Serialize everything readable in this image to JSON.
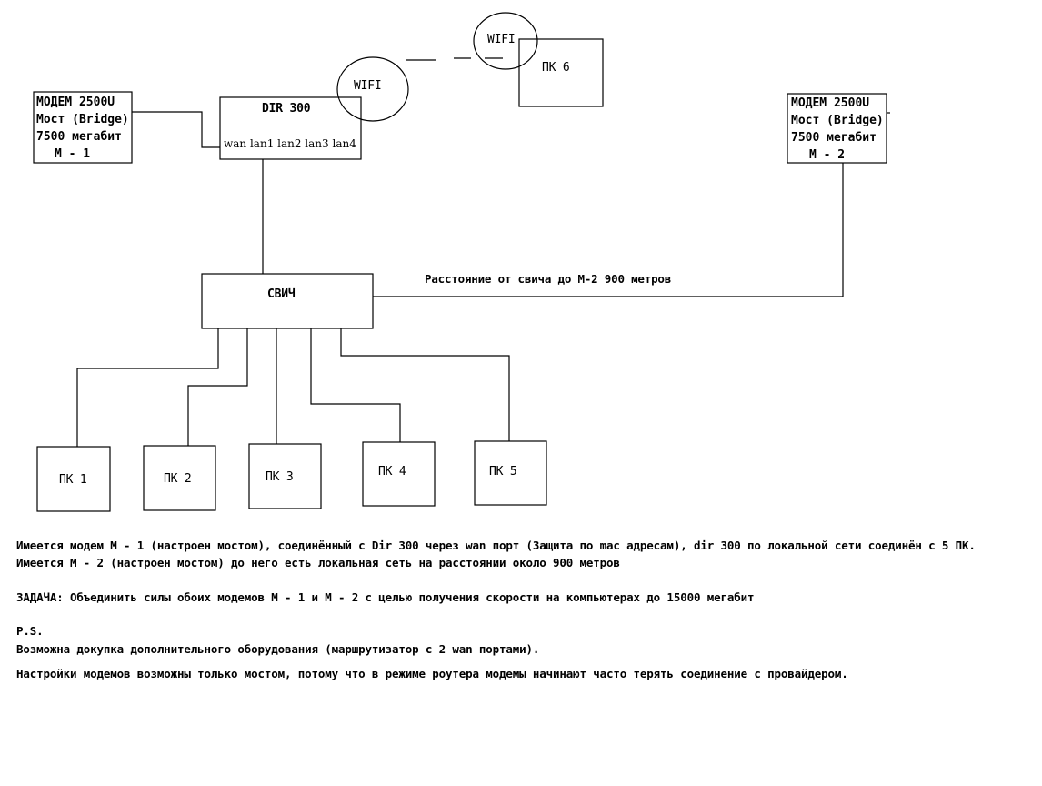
{
  "diagram": {
    "modem1": {
      "line1": "МОДЕМ 2500U",
      "line2": "Мост (Bridge)",
      "line3": "7500 мегабит",
      "line4": "М - 1"
    },
    "modem2": {
      "line1": "МОДЕМ 2500U",
      "line2": "Мост (Bridge)",
      "line3": "7500 мегабит",
      "line4": "М - 2"
    },
    "router": {
      "title": "DIR 300",
      "ports": "wan lan1 lan2 lan3 lan4"
    },
    "wifi_router": "WIFI",
    "wifi_pc6": "WIFI",
    "switch": "СВИЧ",
    "distance_note": "Расстояние от свича до М-2 900 метров",
    "pcs": [
      "ПК 1",
      "ПК 2",
      "ПК 3",
      "ПК 4",
      "ПК 5"
    ],
    "pc6": "ПК 6"
  },
  "description": {
    "line1": "Имеется модем М - 1 (настроен мостом), соединённый с Dir 300 через wan порт (Защита по mac адресам), dir 300 по локальной сети соединён с 5 ПК.",
    "line2": "Имеется М - 2 (настроен мостом) до него есть локальная сеть на расстоянии около 900 метров",
    "task": "ЗАДАЧА: Объединить силы обоих модемов М - 1 и М - 2 с целью получения скорости на компьютерах до 15000 мегабит",
    "ps_label": "P.S.",
    "ps_line1": "Возможна докупка дополнительного оборудования (маршрутизатор с 2 wan портами).",
    "ps_line2": "Настройки модемов возможны только мостом, потому что в режиме роутера модемы начинают часто терять соединение с провайдером."
  }
}
